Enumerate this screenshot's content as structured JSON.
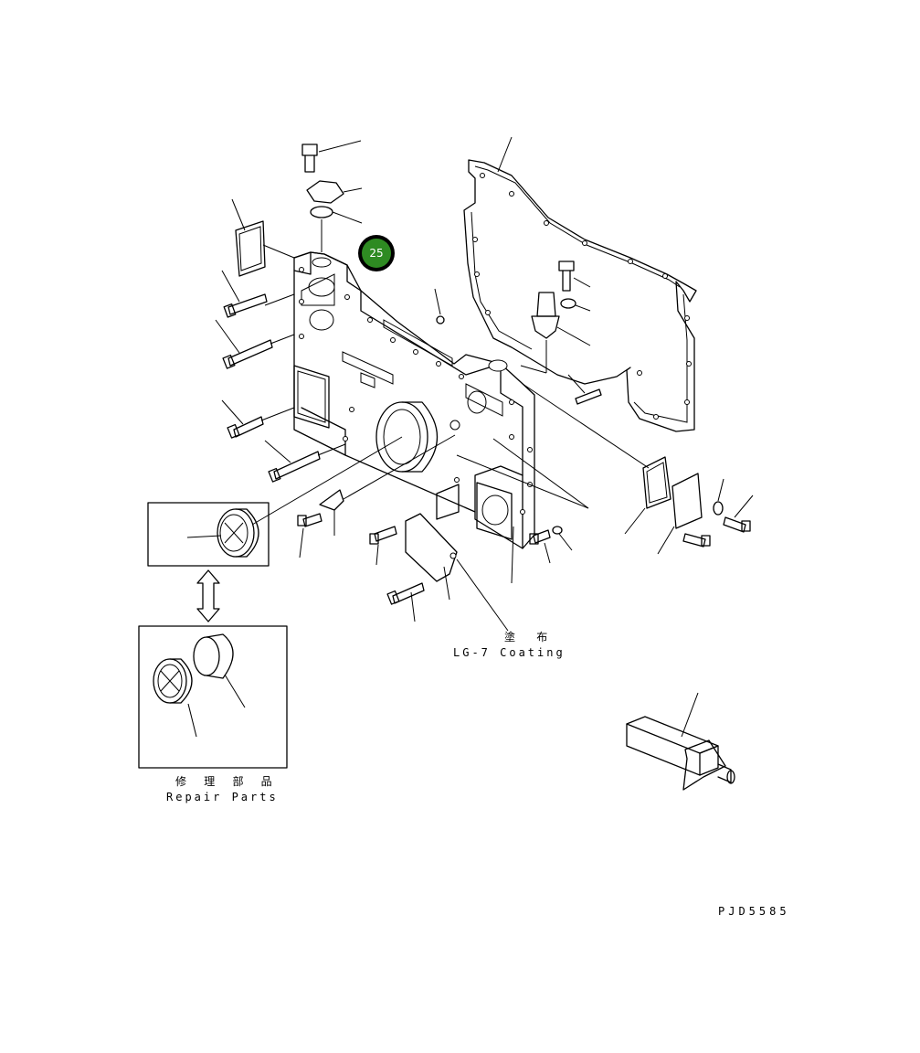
{
  "callout": {
    "number": "25",
    "color": "#2e8b22"
  },
  "notes": {
    "coating_jp": "塗 布",
    "coating_en": "LG-7 Coating",
    "repair_jp": "修 理 部 品",
    "repair_en": "Repair Parts"
  },
  "drawing_number": "PJD5585"
}
